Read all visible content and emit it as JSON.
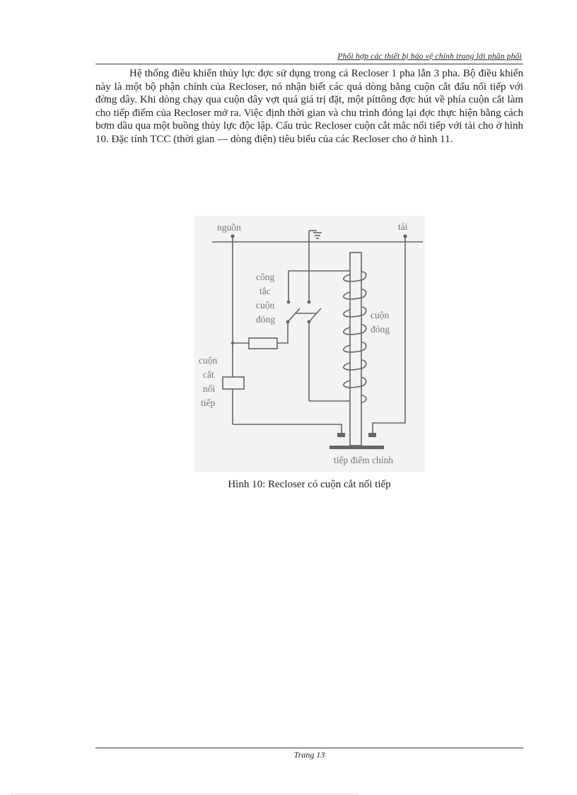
{
  "header": {
    "title": "Phối hợp các thiết bị bảo vệ chính trong lới   phân phối"
  },
  "body": {
    "paragraph": "Hệ thống điều khiển thủy lực đợc   sử dụng trong cả Recloser 1 pha lẫn 3 pha. Bộ điều khiển này là một bộ phận chính của Recloser, nó nhận biết các quá dòng bằng cuộn cắt đấu nối tiếp với đờng   dây. Khi dòng chạy qua cuộn dây vợt quá giá trị đặt, một píttông đợc   hút về phía cuộn cắt làm cho tiếp điểm của Recloser mở ra. Việc định thời gian và chu trình đóng lại đợc   thực hiện bằng cách bơm dầu qua một buồng thủy lực độc lập. Cấu trúc Recloser cuộn cắt mắc nối tiếp với tải cho ở hình 10. Đặc tính TCC (thời gian — dòng điện) tiêu biểu của các Recloser cho ở hình 11."
  },
  "figure": {
    "labels": {
      "source": "nguồn",
      "load": "tải",
      "switch_line1": "công",
      "switch_line2": "tắc",
      "switch_line3": "cuộn",
      "switch_line4": "đóng",
      "closing_coil_line1": "cuộn",
      "closing_coil_line2": "đóng",
      "trip_coil_line1": "cuộn",
      "trip_coil_line2": "cắt",
      "trip_coil_line3": "nối",
      "trip_coil_line4": "tiếp",
      "main_contact": "tiếp điểm chính"
    },
    "caption": "Hình 10: Recloser có cuộn cắt nối tiếp"
  },
  "footer": {
    "page": "Trang 13"
  },
  "colors": {
    "text": "#222222",
    "diagram_line": "#666666",
    "diagram_bg": "#f3f3f3"
  }
}
